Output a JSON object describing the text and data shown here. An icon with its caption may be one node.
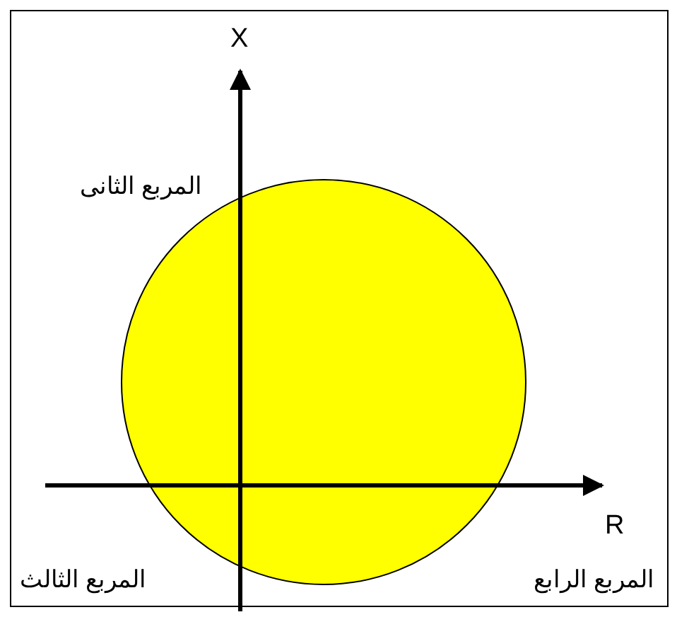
{
  "diagram": {
    "labels": [
      "X",
      "المربع الثانى",
      "R",
      "المربع الثالث",
      "المربع الرابع"
    ]
  }
}
